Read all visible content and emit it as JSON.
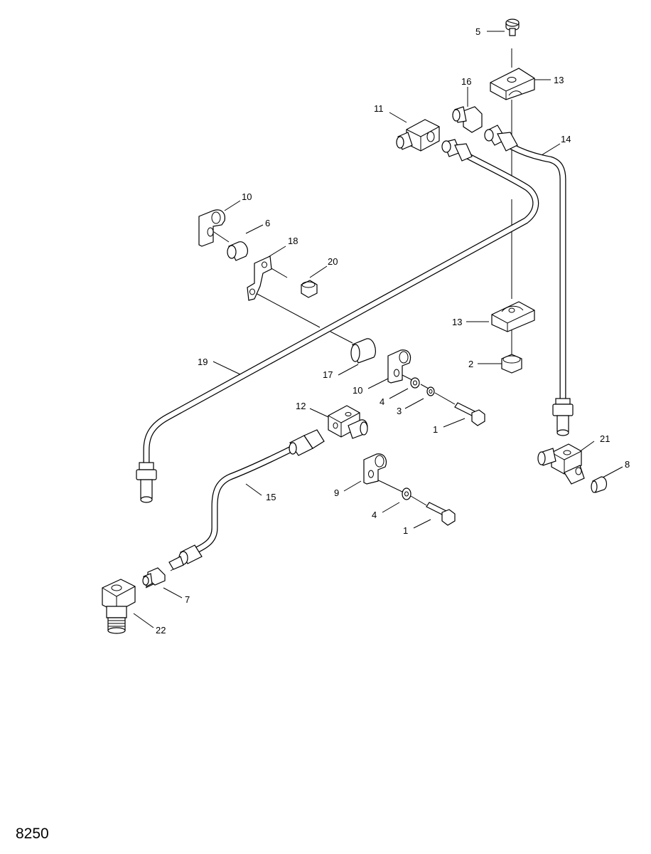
{
  "figure_number": "8250",
  "callouts": {
    "c1a": "1",
    "c1b": "1",
    "c2": "2",
    "c3": "3",
    "c4a": "4",
    "c4b": "4",
    "c5": "5",
    "c6": "6",
    "c7": "7",
    "c8": "8",
    "c9": "9",
    "c10a": "10",
    "c10b": "10",
    "c11": "11",
    "c12": "12",
    "c13a": "13",
    "c13b": "13",
    "c14": "14",
    "c15": "15",
    "c16": "16",
    "c17": "17",
    "c18": "18",
    "c19": "19",
    "c20": "20",
    "c21": "21",
    "c22": "22"
  }
}
